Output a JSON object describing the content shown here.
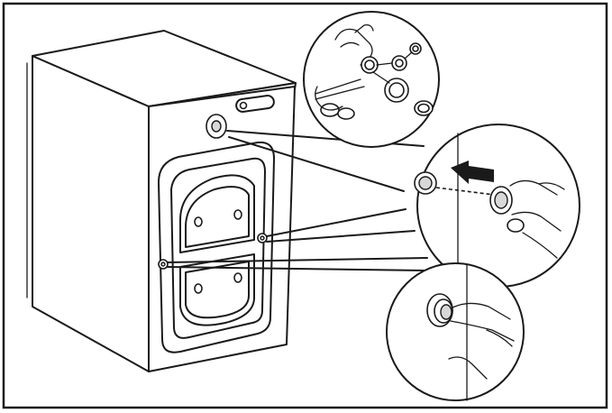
{
  "illustration": {
    "frame_color": "#1a1a1a",
    "background_color": "#ffffff",
    "line_color": "#1a1a1a",
    "callouts": [
      {
        "id": "step-cut-caps",
        "depicts": "hands-cutting-caps-with-scissors"
      },
      {
        "id": "step-insert-cap",
        "depicts": "hand-inserting-cap-arrow"
      },
      {
        "id": "step-press-cap",
        "depicts": "finger-pressing-cap-into-hole"
      }
    ]
  }
}
